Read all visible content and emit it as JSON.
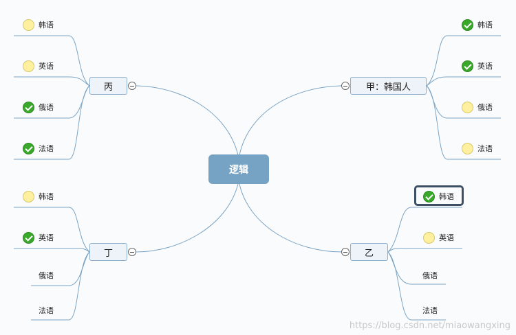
{
  "root": {
    "label": "逻辑"
  },
  "branches": {
    "bing": {
      "label": "丙"
    },
    "jia": {
      "label": "甲：韩国人"
    },
    "ding": {
      "label": "丁"
    },
    "yi": {
      "label": "乙"
    }
  },
  "leaves": {
    "bing": [
      {
        "label": "韩语",
        "status": "todo"
      },
      {
        "label": "英语",
        "status": "todo"
      },
      {
        "label": "俄语",
        "status": "done"
      },
      {
        "label": "法语",
        "status": "done"
      }
    ],
    "jia": [
      {
        "label": "韩语",
        "status": "done"
      },
      {
        "label": "英语",
        "status": "done"
      },
      {
        "label": "俄语",
        "status": "todo"
      },
      {
        "label": "法语",
        "status": "todo"
      }
    ],
    "ding": [
      {
        "label": "韩语",
        "status": "todo"
      },
      {
        "label": "英语",
        "status": "done"
      },
      {
        "label": "俄语",
        "status": "none"
      },
      {
        "label": "法语",
        "status": "none"
      }
    ],
    "yi": [
      {
        "label": "韩语",
        "status": "done",
        "selected": true
      },
      {
        "label": "英语",
        "status": "todo"
      },
      {
        "label": "俄语",
        "status": "none"
      },
      {
        "label": "法语",
        "status": "none"
      }
    ]
  },
  "icons": {
    "done": "checkmark-icon",
    "todo": "pending-circle-icon"
  },
  "colors": {
    "root": "#76a3c3",
    "branch_fill": "#edf3f8",
    "line": "#7aa3c4",
    "done": "#3aa82b",
    "todo": "#fff0a0"
  },
  "watermark": "https://blog.csdn.net/miaowangxing"
}
